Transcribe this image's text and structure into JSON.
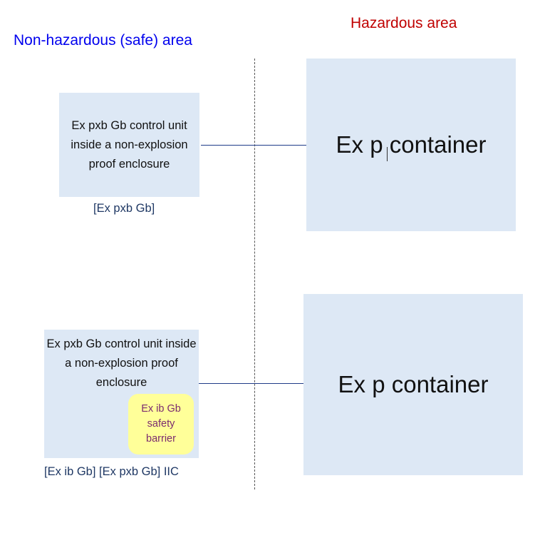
{
  "zones": {
    "safe_title": "Non-hazardous (safe) area",
    "hazardous_title": "Hazardous area",
    "safe_color": "#0000ee",
    "hazardous_color": "#c00000"
  },
  "upper": {
    "control_unit_text": "Ex pxb Gb control unit inside a non-explosion proof enclosure",
    "caption": "[Ex pxb Gb]",
    "container_text": "Ex p container"
  },
  "lower": {
    "control_unit_text": "Ex pxb Gb control unit inside a non-explosion proof enclosure",
    "barrier_text": "Ex ib Gb safety barrier",
    "caption": "[Ex ib Gb] [Ex pxb Gb] IIC",
    "container_text": "Ex p container"
  },
  "colors": {
    "box_fill": "#dde8f5",
    "barrier_fill": "#ffff99",
    "barrier_text": "#7b2b6f",
    "caption_text": "#1f3864",
    "connector": "#1f3c88"
  }
}
